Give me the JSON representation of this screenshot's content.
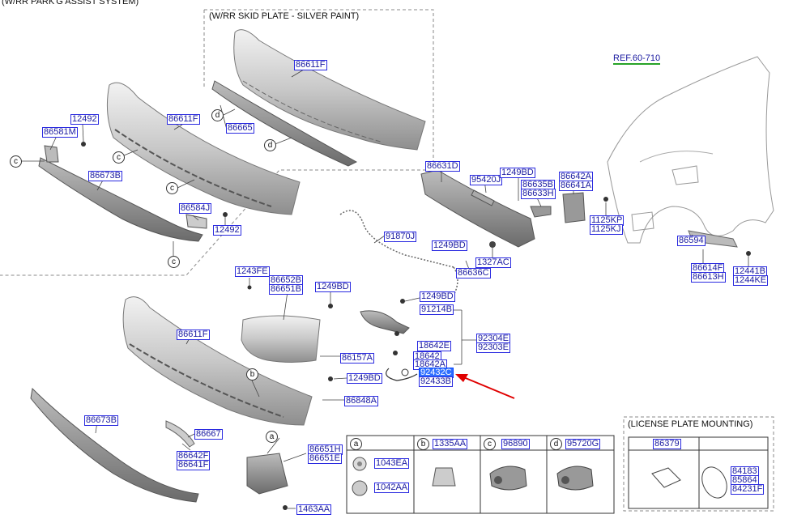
{
  "header_text": "(W/RR PARK'G ASSIST SYSTEM)",
  "inset_title": "(W/RR SKID PLATE - SILVER PAINT)",
  "license_title": "(LICENSE PLATE MOUNTING)",
  "ref_label": "REF.60-710",
  "callouts": {
    "a": "a",
    "b": "b",
    "c": "c",
    "d": "d"
  },
  "parts": {
    "p86611F_inset": "86611F",
    "p86665": "86665",
    "p12492_a": "12492",
    "p86581M": "86581M",
    "p86611F_top": "86611F",
    "p86673B_top": "86673B",
    "p86584J": "86584J",
    "p12492_b": "12492",
    "p86631D": "86631D",
    "p95420J": "95420J",
    "p1249BD_a": "1249BD",
    "p86635B": "86635B",
    "p86633H": "86633H",
    "p86642A": "86642A",
    "p86641A": "86641A",
    "p1125KP": "1125KP",
    "p1125KJ": "1125KJ",
    "p91870J": "91870J",
    "p1249BD_b": "1249BD",
    "p1327AC": "1327AC",
    "p86636C": "86636C",
    "p86594": "86594",
    "p86614F": "86614F",
    "p86613H": "86613H",
    "p12441B": "12441B",
    "p1244KE": "1244KE",
    "p1243FE": "1243FE",
    "p86652B": "86652B",
    "p86651B": "86651B",
    "p1249BD_c": "1249BD",
    "p1249BD_d": "1249BD",
    "p91214B": "91214B",
    "p92304E": "92304E",
    "p92303E": "92303E",
    "p18642E": "18642E",
    "p18642": "18642",
    "p18642A": "18642A",
    "p92432C": "92432C",
    "p92433B": "92433B",
    "p86611F_bot": "86611F",
    "p86157A": "86157A",
    "p1249BD_e": "1249BD",
    "p86848A": "86848A",
    "p86673B_bot": "86673B",
    "p86667": "86667",
    "p86642F": "86642F",
    "p86641F": "86641F",
    "p86651H": "86651H",
    "p86651E": "86651E",
    "p1463AA": "1463AA",
    "p1043EA": "1043EA",
    "p1042AA": "1042AA",
    "p1335AA": "1335AA",
    "p96890": "96890",
    "p95720G": "95720G",
    "p86379": "86379",
    "p84183": "84183",
    "p85864": "85864",
    "p84231F": "84231F"
  }
}
